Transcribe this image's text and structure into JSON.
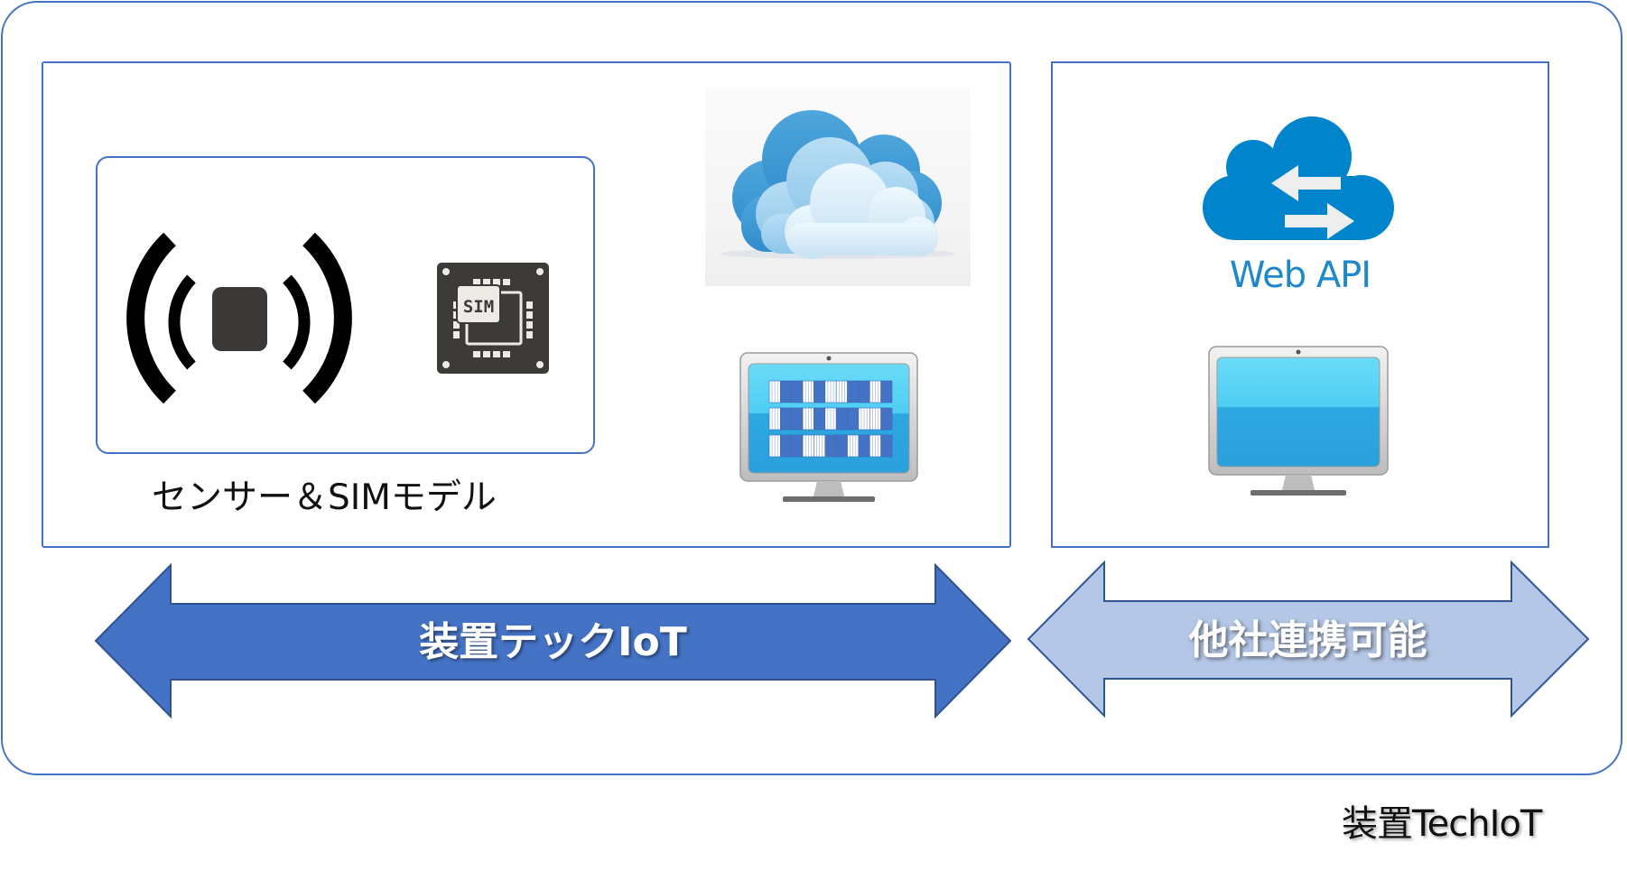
{
  "diagram": {
    "sensor_model_label": "センサー＆SIMモデル",
    "sim_chip_text": "SIM",
    "web_api_label": "Web API",
    "arrows": [
      {
        "label": "装置テックIoT",
        "fill": "#4472C4",
        "stroke": "#2F528F"
      },
      {
        "label": "他社連携可能",
        "fill": "#B4C7E7",
        "stroke": "#2F5597"
      }
    ],
    "caption": "装置TechIoT",
    "colors": {
      "frame_border": "#4472C4",
      "web_api_cloud": "#0084CC",
      "web_api_text": "#1E88C8",
      "sensor_icon": "#000000",
      "sim_chip_bg": "#3D3B38"
    },
    "icons": {
      "sensor": "wireless-sensor-icon",
      "sim": "sim-chip-icon",
      "cloud": "cloud-icon",
      "monitor_data": "monitor-data-icon",
      "web_api": "web-api-cloud-icon",
      "monitor_blank": "monitor-icon"
    }
  }
}
